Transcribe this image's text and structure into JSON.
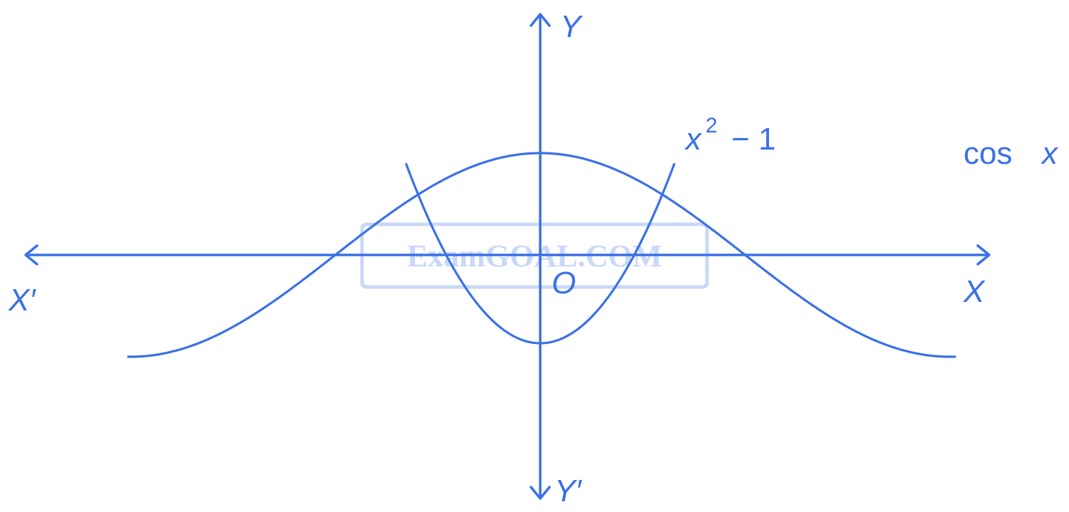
{
  "colors": {
    "ink": "#3a70e8",
    "watermark": "#c9d8f7"
  },
  "watermark": {
    "text": "ExamGOAL.COM"
  },
  "axes": {
    "x_positive": "X",
    "x_negative": "X′",
    "y_positive": "Y",
    "y_negative": "Y′",
    "origin": "O"
  },
  "curves": {
    "parabola": {
      "base": "x",
      "exponent": "2",
      "tail": " − 1"
    },
    "cosine": {
      "label_prefix": "cos ",
      "label_var": "x"
    }
  }
}
